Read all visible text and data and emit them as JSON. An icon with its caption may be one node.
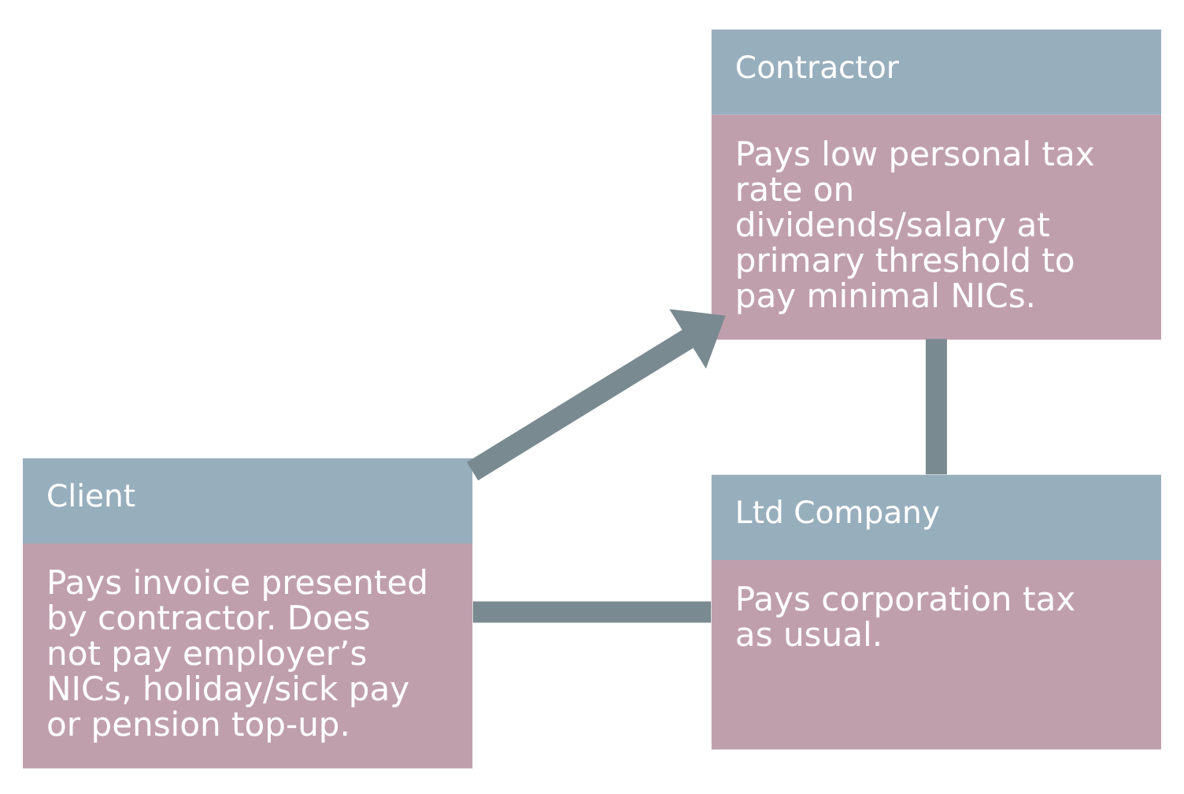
{
  "diagram": {
    "nodes": [
      {
        "text": [
          "Contractor",
          "Pays low personal tax rate on dividends/salary at primary threshold to pay minimal NICs."
        ]
      },
      {
        "text": [
          "Client",
          "Pays invoice presented by contractor. Does not pay employer’s NICs, holiday/sick pay or pension top-up."
        ]
      },
      {
        "text": [
          "Ltd Company",
          "Pays corporation tax as usual."
        ]
      }
    ],
    "edges": [
      {
        "from": 0,
        "to": 2,
        "arrow": "none"
      },
      {
        "from": 2,
        "to": 1,
        "arrow": "none"
      },
      {
        "from": 1,
        "to": 0,
        "arrow": "to"
      }
    ]
  }
}
